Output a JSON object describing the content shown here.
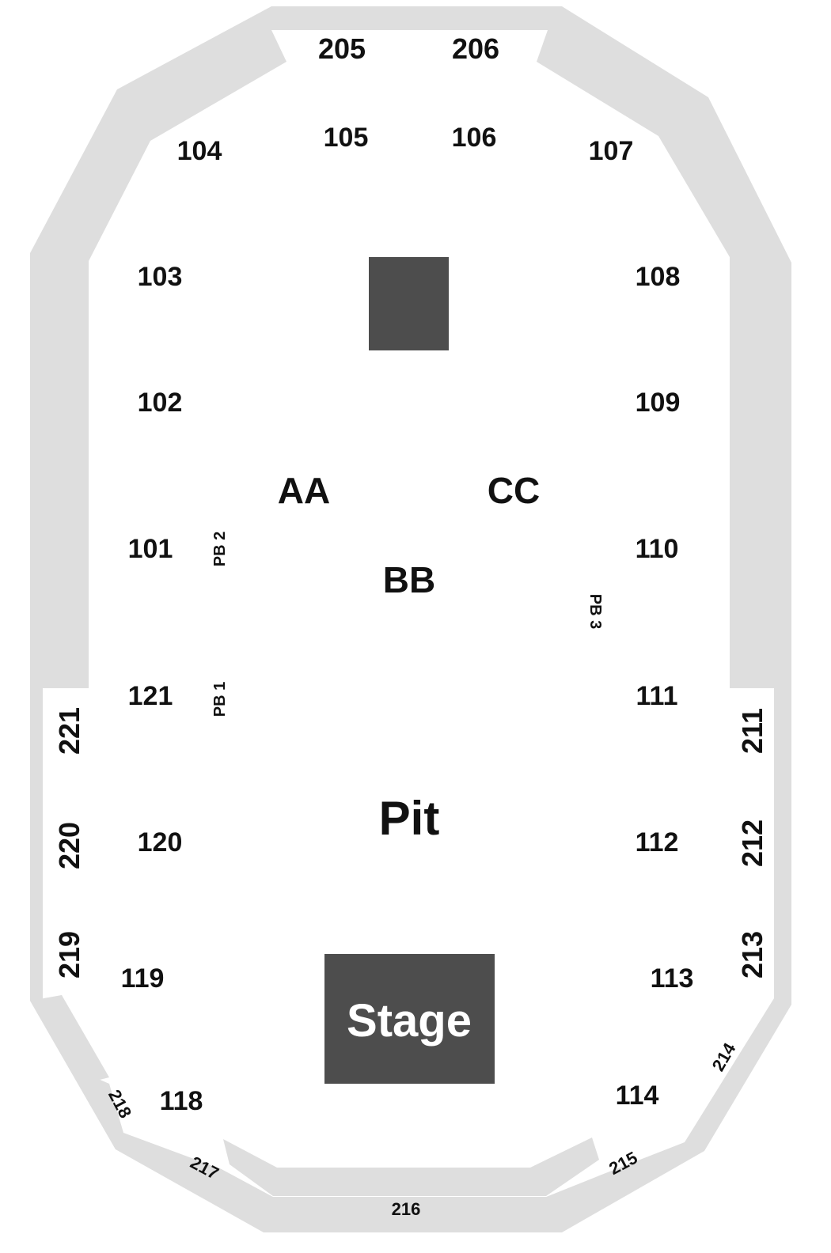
{
  "venue_map": {
    "colors": {
      "concourse": "#dedede",
      "floor": "#ffffff",
      "block": "#4d4d4d",
      "label": "#111111",
      "stage_label": "#ffffff"
    },
    "upper_sections": {
      "s205": "205",
      "s206": "206",
      "s211": "211",
      "s212": "212",
      "s213": "213",
      "s214": "214",
      "s215": "215",
      "s216": "216",
      "s217": "217",
      "s218": "218",
      "s219": "219",
      "s220": "220",
      "s221": "221"
    },
    "lower_sections": {
      "s101": "101",
      "s102": "102",
      "s103": "103",
      "s104": "104",
      "s105": "105",
      "s106": "106",
      "s107": "107",
      "s108": "108",
      "s109": "109",
      "s110": "110",
      "s111": "111",
      "s112": "112",
      "s113": "113",
      "s114": "114",
      "s118": "118",
      "s119": "119",
      "s120": "120",
      "s121": "121"
    },
    "floor_sections": {
      "aa": "AA",
      "bb": "BB",
      "cc": "CC",
      "pit": "Pit",
      "pb1": "PB 1",
      "pb2": "PB 2",
      "pb3": "PB 3"
    },
    "stage": {
      "label": "Stage"
    }
  }
}
